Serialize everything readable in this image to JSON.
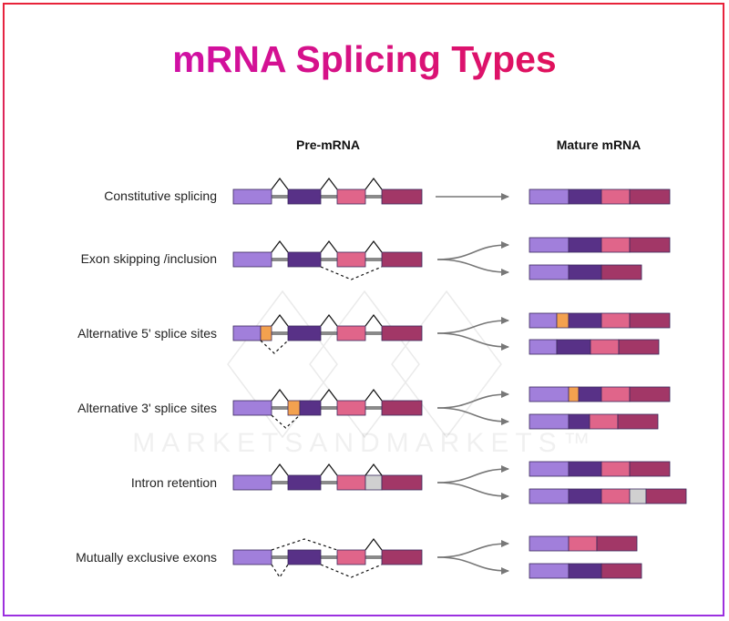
{
  "title": "mRNA Splicing Types",
  "columns": {
    "pre": "Pre-mRNA",
    "mature": "Mature mRNA"
  },
  "watermark": "MARKETSANDMARKETS™",
  "colors": {
    "exon1": "#a17fdb",
    "exon2": "#583187",
    "exon3": "#e0658a",
    "exon4": "#a23767",
    "alt_site": "#f3a14f",
    "retained_intron": "#d0d0d0",
    "intron": "#8a8a8a",
    "arrow": "#777777"
  },
  "rows": [
    {
      "label": "Constitutive splicing"
    },
    {
      "label": "Exon skipping /inclusion"
    },
    {
      "label": "Alternative 5' splice sites"
    },
    {
      "label": "Alternative 3' splice sites"
    },
    {
      "label": "Intron retention"
    },
    {
      "label": "Mutually exclusive exons"
    }
  ]
}
